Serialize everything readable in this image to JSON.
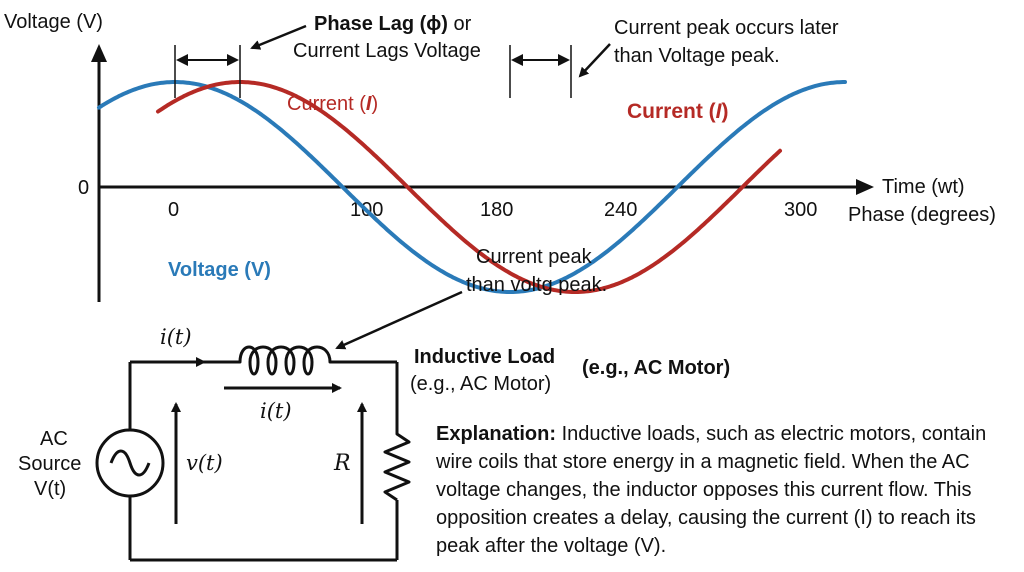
{
  "graph": {
    "y_axis_label": "Voltage (V)",
    "origin_label": "0",
    "x_axis_label_1": "Time (wt)",
    "x_axis_label_2": "Phase (degrees)",
    "ticks": [
      "0",
      "100",
      "180",
      "240",
      "300"
    ],
    "voltage_label": "Voltage (V)",
    "current_label_1": "Current (",
    "current_label_2": "Current (",
    "current_symbol": "I",
    "close_paren": ")",
    "phase_lag_title": "Phase Lag (ϕ)",
    "phase_lag_or": " or",
    "phase_lag_line2": "Current Lags Voltage",
    "peak_note_1a": "Current peak occurs later",
    "peak_note_1b": "than Voltage peak.",
    "peak_note_2a": "Current peak",
    "peak_note_2b": "than voltg peak.",
    "colors": {
      "voltage": "#2a7ab8",
      "current": "#b52a25"
    }
  },
  "circuit": {
    "current_top": "i(t)",
    "current_inner": "i(t)",
    "voltage": "v(t)",
    "resistor": "R",
    "source_1": "AC",
    "source_2": "Source",
    "source_3": "V(t)",
    "load_title": "Inductive Load",
    "load_example": "(e.g., AC Motor)",
    "load_example_bold": "(e.g., AC Motor)"
  },
  "explanation": {
    "heading": "Explanation:",
    "text": " Inductive loads, such as electric motors, contain wire coils that store energy in a magnetic field. When the AC voltage changes, the inductor opposes this current flow. This opposition creates a delay, causing the current (I) to reach its peak after the voltage (V)."
  }
}
